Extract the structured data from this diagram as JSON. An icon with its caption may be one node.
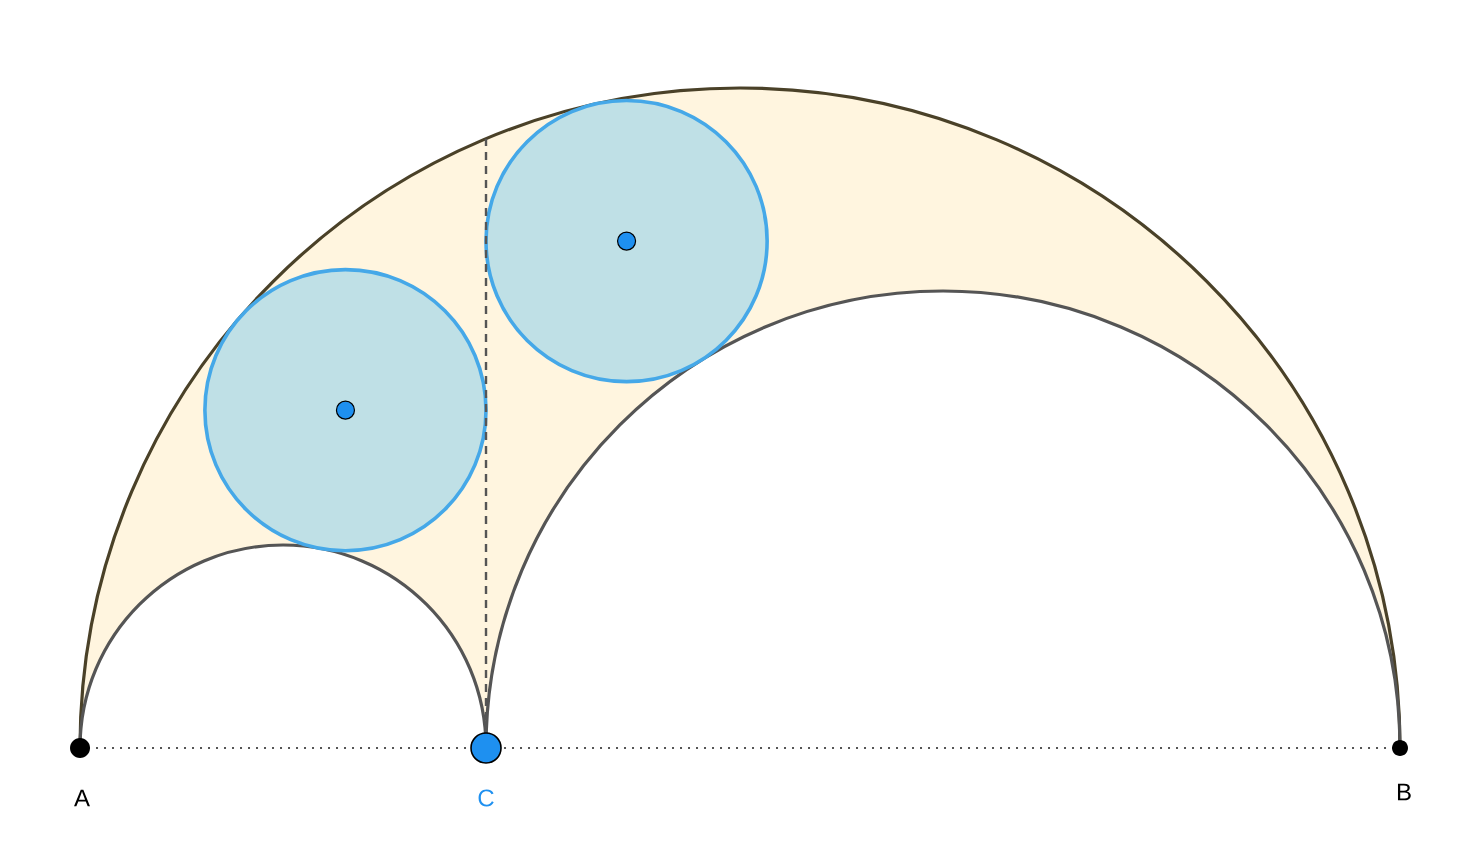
{
  "diagram": {
    "labels": [
      "A",
      "C",
      "B"
    ]
  }
}
